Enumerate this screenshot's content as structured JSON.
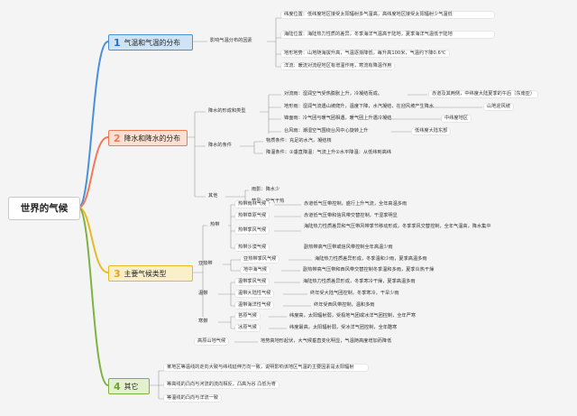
{
  "root": "世界的气候",
  "cat1": {
    "num": "1",
    "label": "气温和气温的分布",
    "factors": "影响气温分布的因素",
    "items": [
      "纬度位置：低纬度地区接受太阳辐射多气温高，高纬度地区接受太阳辐射少气温低",
      "海陆位置：海陆热力性质的差异，冬季海洋气温高于陆地，夏季海洋气温低于陆地",
      "地形地势：山地随海拔升高，气温逐渐降低，每升高100米，气温约下降0.6℃",
      "洋流：暖流对流经地区有增温作用，寒流有降温作用"
    ]
  },
  "cat2": {
    "num": "2",
    "label": "降水和降水的分布",
    "formation": "降水的形成和类型",
    "types": [
      {
        "t": "对流雨：湿润空气受热膨胀上升，冷凝结而成。",
        "n": "赤道及其两侧，中纬度大陆夏季的午后（东南亚）"
      },
      {
        "t": "地形雨：湿润气流遇山坡爬升，温度下降，水汽凝结，在迎风坡产生降水",
        "n": "山地迎风坡"
      },
      {
        "t": "锋面雨：冷气团与暖气团相遇，暖气团上升遇冷凝结",
        "n": "中纬度地区"
      },
      {
        "t": "台风雨：潮湿空气围绕台风中心旋转上升",
        "n": "低纬度大陆东部"
      }
    ],
    "conditions": "降水的条件",
    "cond_items": [
      "物质条件：充足的水汽，凝结核",
      "降温条件：①垂直降温：气流上升②水平降温：从低纬到高纬"
    ],
    "other": "其他",
    "other_items": [
      "雨影：降水少",
      "焚风：空气干热"
    ]
  },
  "cat3": {
    "num": "3",
    "label": "主要气候类型",
    "zones": [
      {
        "z": "热带",
        "cl": [
          [
            "热带雨林气候",
            "赤道低气压带控制，盛行上升气流，全年高温多雨"
          ],
          [
            "热带草原气候",
            "赤道低气压带和信风带交替控制，干湿季明显"
          ],
          [
            "热带季风气候",
            "海陆热力性质差异和气压带风带季节移动形成，冬季季风交替控制，全年气温高，降水集中"
          ],
          [
            "热带沙漠气候",
            "副热带高气压带或信风带控制全年高温少雨"
          ]
        ]
      },
      {
        "z": "亚热带",
        "cl": [
          [
            "亚热带季风气候",
            "海陆热力性质差异形成，冬季温和少雨，夏季高温多雨"
          ],
          [
            "地中海气候",
            "副热带高气压带和西风带交替控制冬季温和多雨，夏季炎热干燥"
          ]
        ]
      },
      {
        "z": "温带",
        "cl": [
          [
            "温带季风气候",
            "海陆热力性质差异形成，冬季寒冷干燥，夏季高温多雨"
          ],
          [
            "温带大陆性气候",
            "终年受大陆气团控制，冬季寒冷，干旱少雨"
          ],
          [
            "温带海洋性气候",
            "终年受西风带控制，温和多雨"
          ]
        ]
      },
      {
        "z": "寒带",
        "cl": [
          [
            "苔原气候",
            "纬度高，太阳辐射弱，受极地气团或冰洋气团控制，全年严寒"
          ],
          [
            "冰原气候",
            "纬度最高，太阳辐射弱，受冰洋气团控制，全年酷寒"
          ]
        ]
      },
      {
        "z": "高原山地气候",
        "cl": [
          [
            "",
            "地势高地形起伏，大气候垂直变化明显，气温随高度增加而降低"
          ]
        ]
      }
    ]
  },
  "cat4": {
    "num": "4",
    "label": "其它",
    "items": [
      "某地区等温线的走向大致与纬线延伸方向一致，说明影响该地区气温的主要因素是太阳辐射",
      "等高线的凸向与河流的流向相反，凸高为谷 凸低为脊",
      "等温线的凸向与洋流一致"
    ]
  },
  "colors": {
    "blue": "#4a90d9",
    "orange": "#f07a55",
    "yellow": "#e9b921",
    "green": "#7cb342",
    "wire": "#9a9a9a"
  }
}
